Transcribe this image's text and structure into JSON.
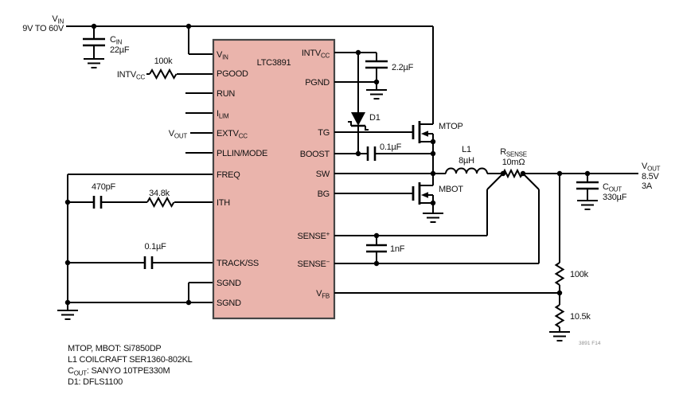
{
  "colors": {
    "ic_fill": "#EAB4AC",
    "ic_stroke": "#454545",
    "wire": "#000000",
    "fig_text": "#8f8f8f"
  },
  "ic": {
    "name": "LTC3891",
    "left_pins": [
      {
        "label": "V",
        "sub": "IN"
      },
      {
        "label": "PGOOD",
        "sub": ""
      },
      {
        "label": "RUN",
        "sub": ""
      },
      {
        "label": "I",
        "sub": "LIM"
      },
      {
        "label": "EXTV",
        "sub": "CC"
      },
      {
        "label": "PLLIN/MODE",
        "sub": ""
      },
      {
        "label": "FREQ",
        "sub": ""
      },
      {
        "label": "ITH",
        "sub": ""
      },
      {
        "label": "TRACK/SS",
        "sub": ""
      },
      {
        "label": "SGND",
        "sub": ""
      },
      {
        "label": "SGND",
        "sub": ""
      }
    ],
    "right_pins": [
      {
        "label": "INTV",
        "sub": "CC",
        "sup": ""
      },
      {
        "label": "PGND",
        "sub": "",
        "sup": ""
      },
      {
        "label": "TG",
        "sub": "",
        "sup": ""
      },
      {
        "label": "BOOST",
        "sub": "",
        "sup": ""
      },
      {
        "label": "SW",
        "sub": "",
        "sup": ""
      },
      {
        "label": "BG",
        "sub": "",
        "sup": ""
      },
      {
        "label": "SENSE",
        "sub": "",
        "sup": "+"
      },
      {
        "label": "SENSE",
        "sub": "",
        "sup": "−"
      },
      {
        "label": "V",
        "sub": "FB",
        "sup": ""
      }
    ]
  },
  "source": {
    "name": "V",
    "sub": "IN",
    "range": "9V TO 60V"
  },
  "output": {
    "name": "V",
    "sub": "OUT",
    "voltage": "8.5V",
    "current": "3A"
  },
  "components": {
    "cin": {
      "name": "C",
      "sub": "IN",
      "value": "22µF"
    },
    "rpgood": {
      "value": "100k"
    },
    "net_intvcc": {
      "name": "INTV",
      "sub": "CC"
    },
    "net_vout": {
      "name": "V",
      "sub": "OUT"
    },
    "cvcc": {
      "value": "2.2µF"
    },
    "d1": {
      "name": "D1"
    },
    "cboost": {
      "value": "0.1µF"
    },
    "mtop": {
      "name": "MTOP"
    },
    "mbot": {
      "name": "MBOT"
    },
    "l1": {
      "name": "L1",
      "value": "8µH"
    },
    "rsense": {
      "name": "R",
      "sub": "SENSE",
      "value": "10mΩ"
    },
    "cout": {
      "name": "C",
      "sub": "OUT",
      "value": "330µF"
    },
    "cith": {
      "value": "470pF"
    },
    "rith": {
      "value": "34.8k"
    },
    "ctrack": {
      "value": "0.1µF"
    },
    "csense": {
      "value": "1nF"
    },
    "rfb_top": {
      "value": "100k"
    },
    "rfb_bot": {
      "value": "10.5k"
    }
  },
  "notes": {
    "line1": "MTOP, MBOT: Si7850DP",
    "line2": "L1 COILCRAFT SER1360-802KL",
    "line3_pre": "C",
    "line3_sub": "OUT",
    "line3_post": ": SANYO 10TPE330M",
    "line4": "D1: DFLS1100"
  },
  "fig": "3891 F14"
}
